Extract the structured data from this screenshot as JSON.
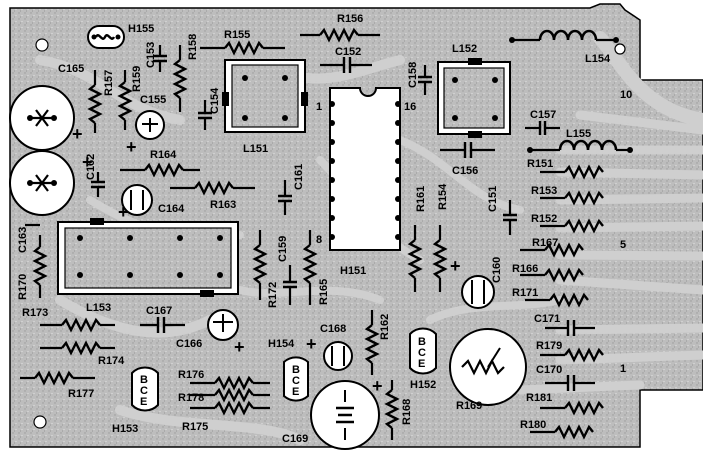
{
  "colors": {
    "board": "#bdbdbd",
    "board_speckle": "#9a9a9a",
    "trace": "#d9d9d9",
    "ink": "#000000",
    "paper": "#ffffff"
  },
  "labels": {
    "H155": "H155",
    "R156": "R156",
    "R155": "R155",
    "C153": "C153",
    "R158": "R158",
    "C152": "C152",
    "L152": "L152",
    "L154": "L154",
    "C165": "C165",
    "R157": "R157",
    "R159": "R159",
    "C155": "C155",
    "C154": "C154",
    "pin1": "1",
    "pin16": "16",
    "C158": "C158",
    "C157": "C157",
    "n10": "10",
    "L155": "L155",
    "C162": "C162",
    "R164": "R164",
    "L151": "L151",
    "C156": "C156",
    "R151": "R151",
    "R153": "R153",
    "C164": "C164",
    "R163": "R163",
    "C161": "C161",
    "R161": "R161",
    "R154": "R154",
    "C151": "C151",
    "R152": "R152",
    "C163": "C163",
    "pin8": "8",
    "C159": "C159",
    "R167": "R167",
    "n5": "5",
    "R166": "R166",
    "H151": "H151",
    "C160": "C160",
    "R171": "R171",
    "R170": "R170",
    "R172": "R172",
    "R165": "R165",
    "L153": "L153",
    "R173": "R173",
    "C167": "C167",
    "R162": "R162",
    "C171": "C171",
    "C168": "C168",
    "C166": "C166",
    "H154": "H154",
    "R174": "R174",
    "R179": "R179",
    "R176": "R176",
    "n1": "1",
    "C170": "C170",
    "R177": "R177",
    "H152": "H152",
    "R178": "R178",
    "R169": "R169",
    "R181": "R181",
    "H153": "H153",
    "R175": "R175",
    "R168": "R168",
    "R180": "R180",
    "C169": "C169",
    "B": "B",
    "C": "C",
    "E": "E"
  }
}
